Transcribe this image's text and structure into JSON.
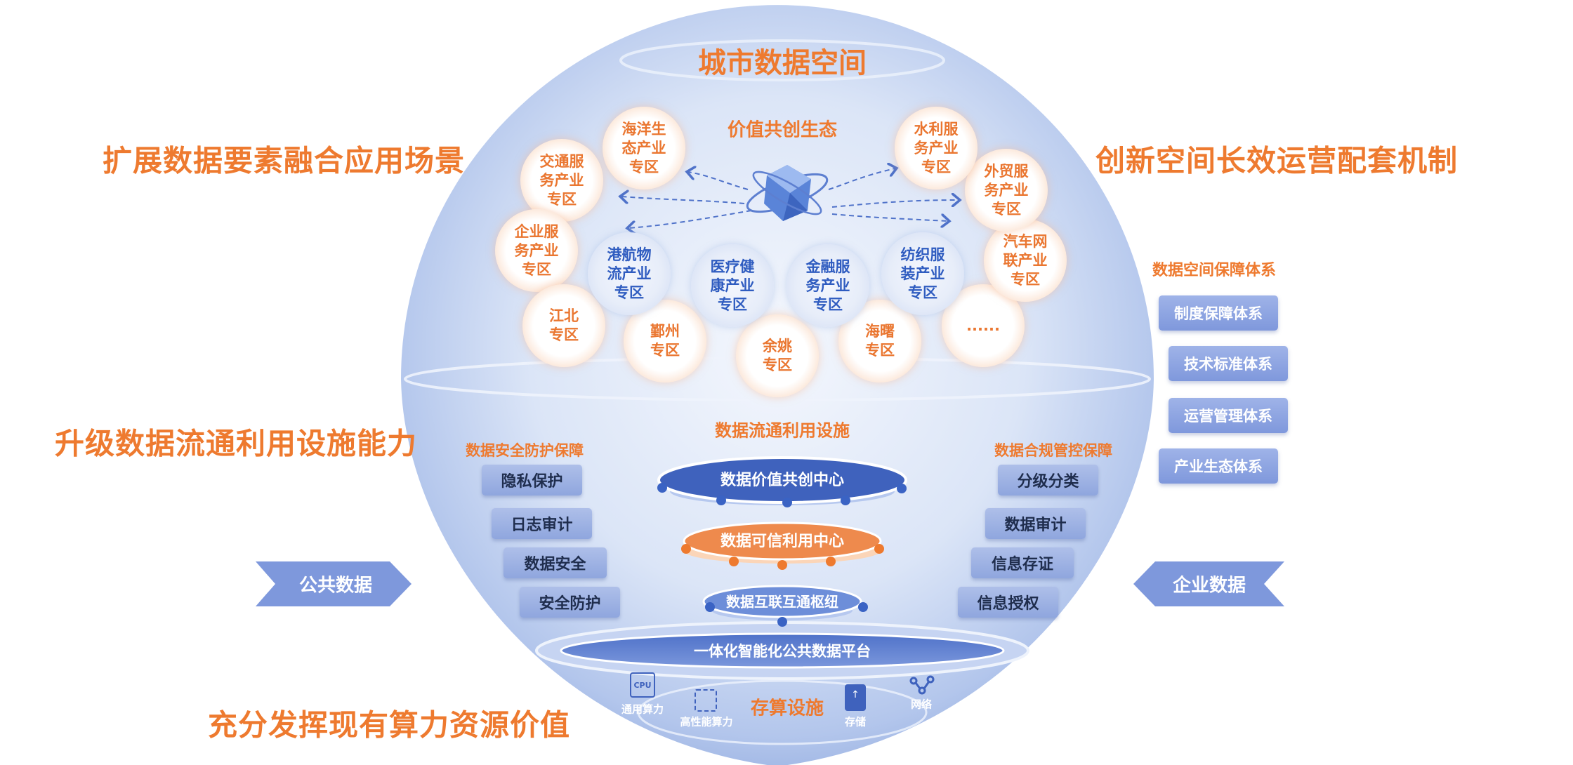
{
  "title": "城市数据空间",
  "ecosystem_label": "价值共创生态",
  "headings": {
    "top_left": "扩展数据要素融合应用场景",
    "top_right": "创新空间长效运营配套机制",
    "mid_left": "升级数据流通利用设施能力",
    "bottom_left": "充分发挥现有算力资源价值"
  },
  "zones": {
    "orange": [
      {
        "label": "海洋生\n态产业\n专区"
      },
      {
        "label": "交通服\n务产业\n专区"
      },
      {
        "label": "企业服\n务产业\n专区"
      },
      {
        "label": "江北\n专区"
      },
      {
        "label": "鄞州\n专区"
      },
      {
        "label": "余姚\n专区"
      },
      {
        "label": "海曙\n专区"
      },
      {
        "label": "......"
      },
      {
        "label": "汽车网\n联产业\n专区"
      },
      {
        "label": "外贸服\n务产业\n专区"
      },
      {
        "label": "水利服\n务产业\n专区"
      }
    ],
    "blue": [
      {
        "label": "港航物\n流产业\n专区"
      },
      {
        "label": "医疗健\n康产业\n专区"
      },
      {
        "label": "金融服\n务产业\n专区"
      },
      {
        "label": "纺织服\n装产业\n专区"
      }
    ]
  },
  "guarantee": {
    "title": "数据空间保障体系",
    "items": [
      "制度保障体系",
      "技术标准体系",
      "运营管理体系",
      "产业生态体系"
    ]
  },
  "infrastructure": {
    "title": "数据流通利用设施",
    "security": {
      "title": "数据安全防护保障",
      "items": [
        "隐私保护",
        "日志审计",
        "数据安全",
        "安全防护"
      ]
    },
    "compliance": {
      "title": "数据合规管控保障",
      "items": [
        "分级分类",
        "数据审计",
        "信息存证",
        "信息授权"
      ]
    },
    "centers": [
      "数据价值共创中心",
      "数据可信利用中心",
      "数据互联互通枢纽"
    ],
    "platform": "一体化智能化公共数据平台"
  },
  "inputs": {
    "left": "公共数据",
    "right": "企业数据"
  },
  "compute": {
    "title": "存算设施",
    "cpu_text": "CPU",
    "items": [
      "通用算力",
      "高性能算力",
      "存储",
      "网络"
    ]
  },
  "colors": {
    "orange": "#ee7a2f",
    "blue": "#2f5cc0",
    "sphere": "#a9bde9"
  }
}
